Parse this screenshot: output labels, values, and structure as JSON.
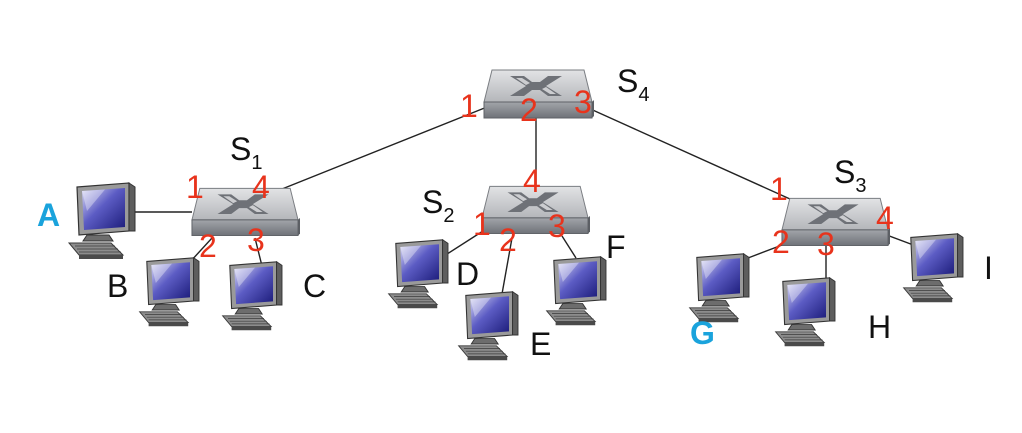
{
  "colors": {
    "port": "#e8331c",
    "highlight_host": "#1aa3dc",
    "text": "#111111",
    "link": "#222222",
    "switch_top": "#c4c6c9",
    "switch_front": "#8d9096",
    "monitor_screen": "#2c2c9a"
  },
  "switches": {
    "s1": {
      "label": "S",
      "sub": "1",
      "ports": {
        "p1": "1",
        "p2": "2",
        "p3": "3",
        "p4": "4"
      }
    },
    "s2": {
      "label": "S",
      "sub": "2",
      "ports": {
        "p1": "1",
        "p2": "2",
        "p3": "3",
        "p4": "4"
      }
    },
    "s3": {
      "label": "S",
      "sub": "3",
      "ports": {
        "p1": "1",
        "p2": "2",
        "p3": "3",
        "p4": "4"
      }
    },
    "s4": {
      "label": "S",
      "sub": "4",
      "ports": {
        "p1": "1",
        "p2": "2",
        "p3": "3"
      }
    }
  },
  "hosts": {
    "a": "A",
    "b": "B",
    "c": "C",
    "d": "D",
    "e": "E",
    "f": "F",
    "g": "G",
    "h": "H",
    "i": "I"
  },
  "highlighted_hosts": [
    "A",
    "G"
  ]
}
